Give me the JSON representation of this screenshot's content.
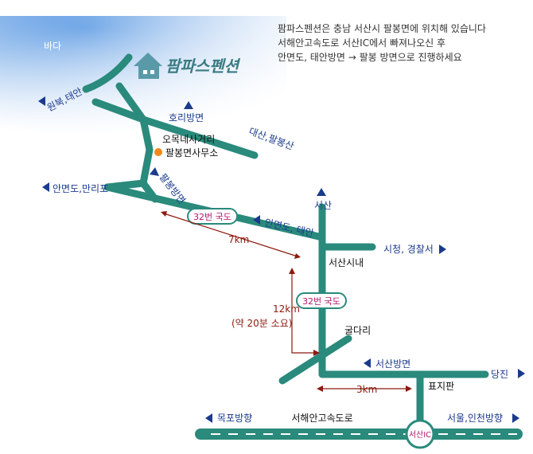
{
  "colors": {
    "road": "#2a8a7c",
    "sky": "#4a8fe0",
    "blueText": "#1a3a8c",
    "darkRed": "#8b1a0e",
    "magenta": "#b0186e",
    "dashWhite": "#ffffff",
    "dot": "#f08a1a",
    "house": "#5a9aa8"
  },
  "sea_label": "바다",
  "brand": "팜파스펜션",
  "directions": [
    "팜파스펜션은 충남 서산시 팔봉면에 위치해 있습니다",
    "서해안고속도로 서산IC에서 빠져나오신 후",
    "안면도, 태안방면 → 팔봉 방면으로 진행하세요"
  ],
  "labels": {
    "wonbuk": "원북,태안",
    "horibang": "호리방면",
    "ommok": "오목네사거리",
    "daesan": "대산,팔봉산",
    "palbong_office": "팔봉면사무소",
    "palbong_dir": "팔봉방면",
    "anmyeon_malip": "안면도,만리포",
    "anmyeon_taean": "안면도, 태안",
    "seosan": "서산",
    "seosan_city": "서산시내",
    "sicheong": "시청, 경찰서",
    "guldari": "굴다리",
    "seosan_dir": "서산방면",
    "dangjin": "당진",
    "pyojipan": "표지판",
    "mokpo": "목포방향",
    "expressway": "서해안고속도로",
    "seoul": "서울,인천방향",
    "ic": "서산IC"
  },
  "road_badges": [
    "32번 국도",
    "32번 국도"
  ],
  "distances": {
    "d1": "7km",
    "d2": "12km",
    "d2_note": "(약 20분 소요)",
    "d3": "3km"
  }
}
